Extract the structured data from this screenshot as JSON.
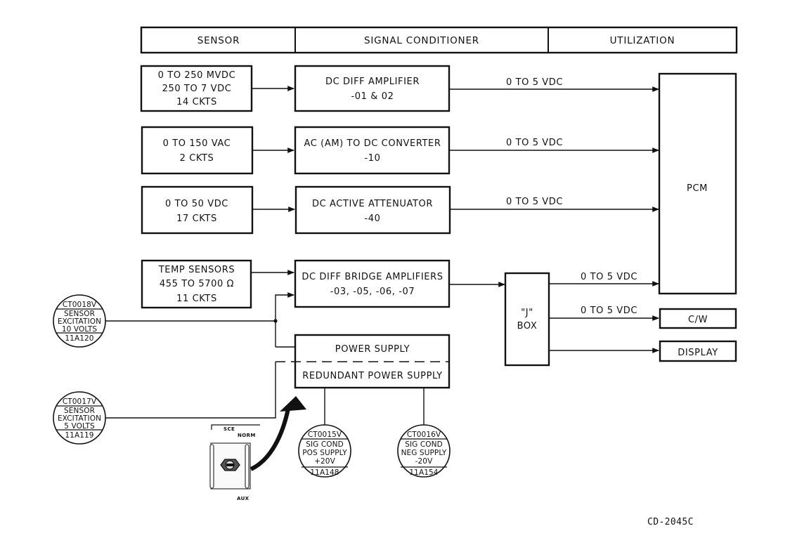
{
  "header": {
    "sensor": "SENSOR",
    "signal_conditioner": "SIGNAL CONDITIONER",
    "utilization": "UTILIZATION"
  },
  "sensors": [
    {
      "lines": [
        "0 TO 250 MVDC",
        "250 TO 7 VDC",
        "14 CKTS"
      ]
    },
    {
      "lines": [
        "0 TO 150 VAC",
        "2 CKTS"
      ]
    },
    {
      "lines": [
        "0 TO 50 VDC",
        "17 CKTS"
      ]
    },
    {
      "lines": [
        "TEMP SENSORS",
        "455 TO 5700 Ω",
        "11 CKTS"
      ]
    }
  ],
  "conditioners": [
    {
      "lines": [
        "DC DIFF AMPLIFIER",
        "-01 & 02"
      ]
    },
    {
      "lines": [
        "AC (AM) TO DC CONVERTER",
        "-10"
      ]
    },
    {
      "lines": [
        "DC ACTIVE ATTENUATOR",
        "-40"
      ]
    },
    {
      "lines": [
        "DC DIFF BRIDGE AMPLIFIERS",
        "-03, -05, -06, -07"
      ]
    }
  ],
  "signal_labels": [
    "0 TO 5 VDC",
    "0 TO 5 VDC",
    "0 TO 5 VDC",
    "0 TO 5 VDC",
    "0 TO 5 VDC"
  ],
  "power_supply": {
    "primary": "POWER SUPPLY",
    "redundant": "REDUNDANT POWER SUPPLY"
  },
  "jbox": [
    "\"J\"",
    "BOX"
  ],
  "utilization": {
    "pcm": "PCM",
    "cw": "C/W",
    "display": "DISPLAY"
  },
  "gauges": [
    {
      "id": "CT0018V",
      "lines": [
        "SENSOR",
        "EXCITATION",
        "10 VOLTS"
      ],
      "ref": "11A120"
    },
    {
      "id": "CT0017V",
      "lines": [
        "SENSOR",
        "EXCITATION",
        "5 VOLTS"
      ],
      "ref": "11A119"
    },
    {
      "id": "CT0015V",
      "lines": [
        "SIG COND",
        "POS SUPPLY",
        "+20V"
      ],
      "ref": "11A148"
    },
    {
      "id": "CT0016V",
      "lines": [
        "SIG COND",
        "NEG SUPPLY",
        "-20V"
      ],
      "ref": "11A154"
    }
  ],
  "switch": {
    "title": "SCE",
    "norm": "NORM",
    "aux": "AUX"
  },
  "figure_id": "CD-2045C"
}
